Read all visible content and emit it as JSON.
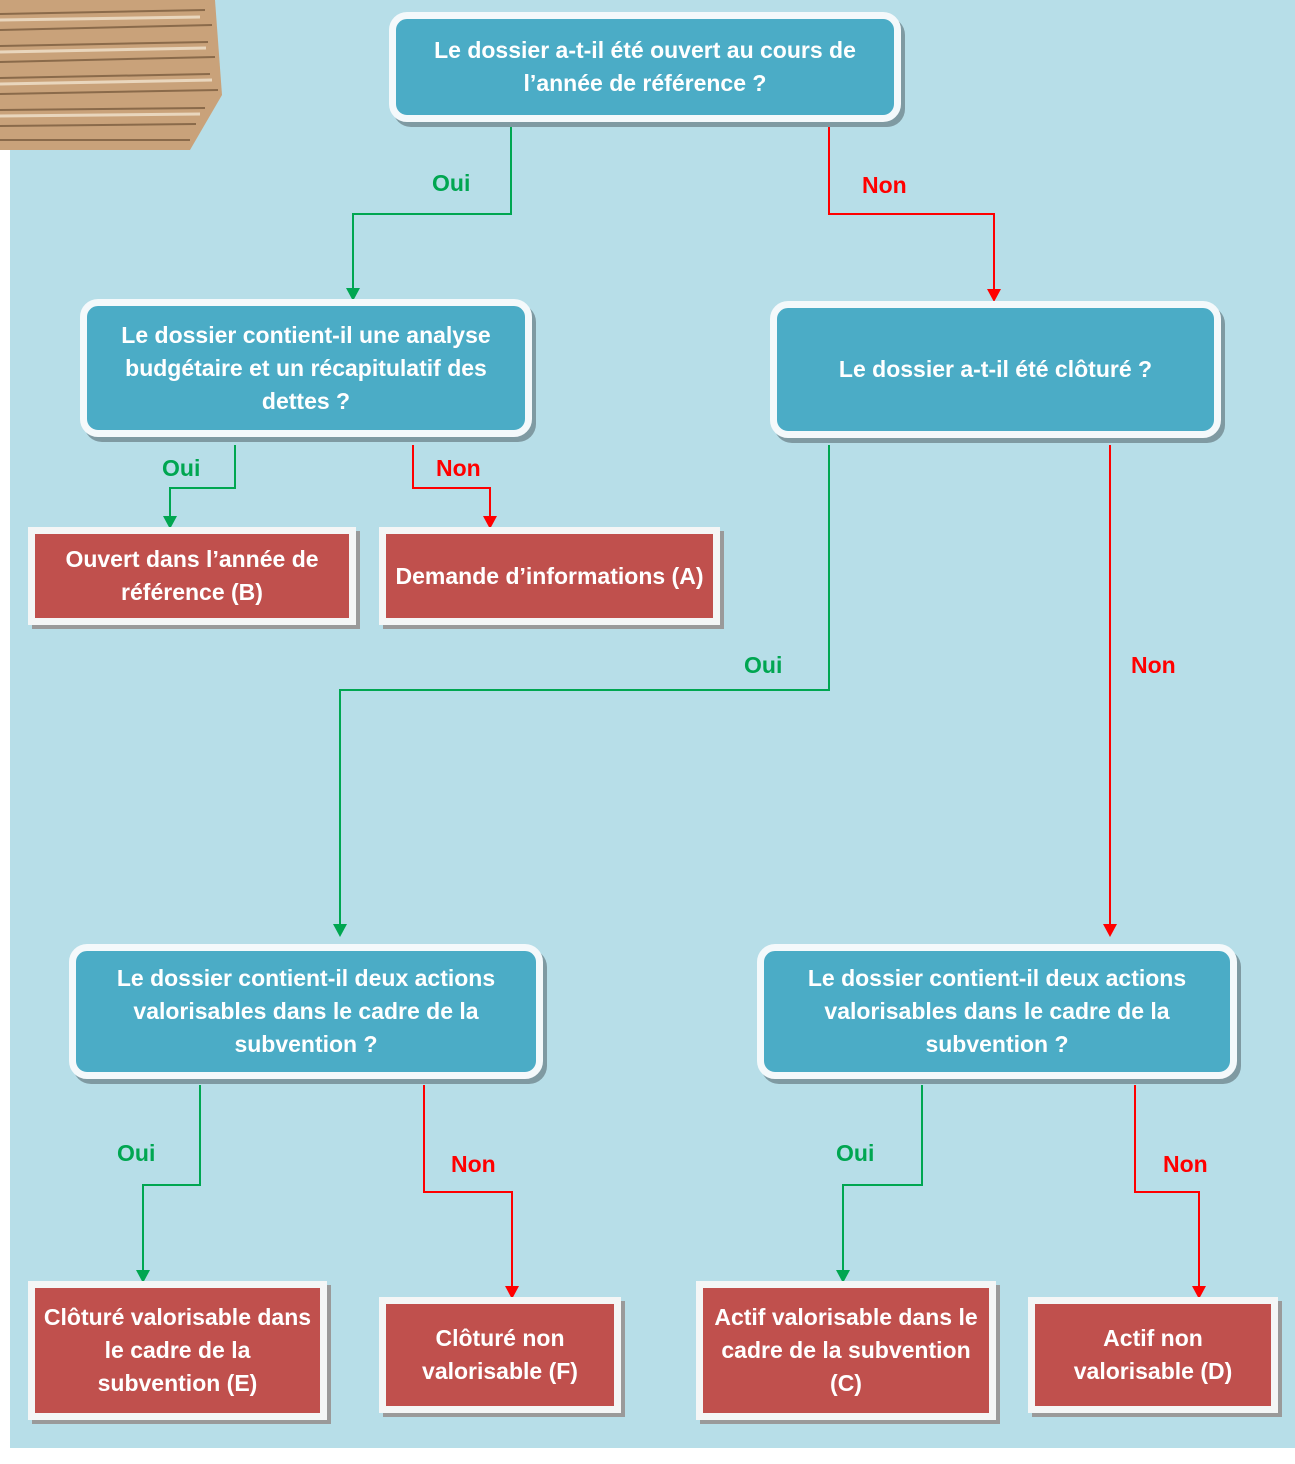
{
  "colors": {
    "background": "#b7dee8",
    "question_box": "#4bacc6",
    "result_box": "#c0504d",
    "yes_line": "#00a651",
    "no_line": "#ff0000"
  },
  "decorations": {
    "corner_image": "paper-stack-icon"
  },
  "questions": {
    "q1": "Le dossier a-t-il été ouvert au cours de l’année de référence ?",
    "q2": "Le dossier contient-il une analyse budgétaire et un récapitulatif des dettes ?",
    "q3": "Le dossier a-t-il été clôturé ?",
    "q4": "Le dossier contient-il deux actions valorisables dans le cadre de la subvention ?",
    "q5": "Le dossier contient-il deux actions valorisables dans le cadre de la subvention ?"
  },
  "results": {
    "b": "Ouvert dans l’année de référence (B)",
    "a": "Demande d’informations (A)",
    "e": "Clôturé valorisable dans le cadre de la subvention (E)",
    "f": "Clôturé non valorisable (F)",
    "c": "Actif valorisable dans le cadre de la subvention (C)",
    "d": "Actif non valorisable (D)"
  },
  "labels": {
    "yes": "Oui",
    "no": "Non"
  }
}
